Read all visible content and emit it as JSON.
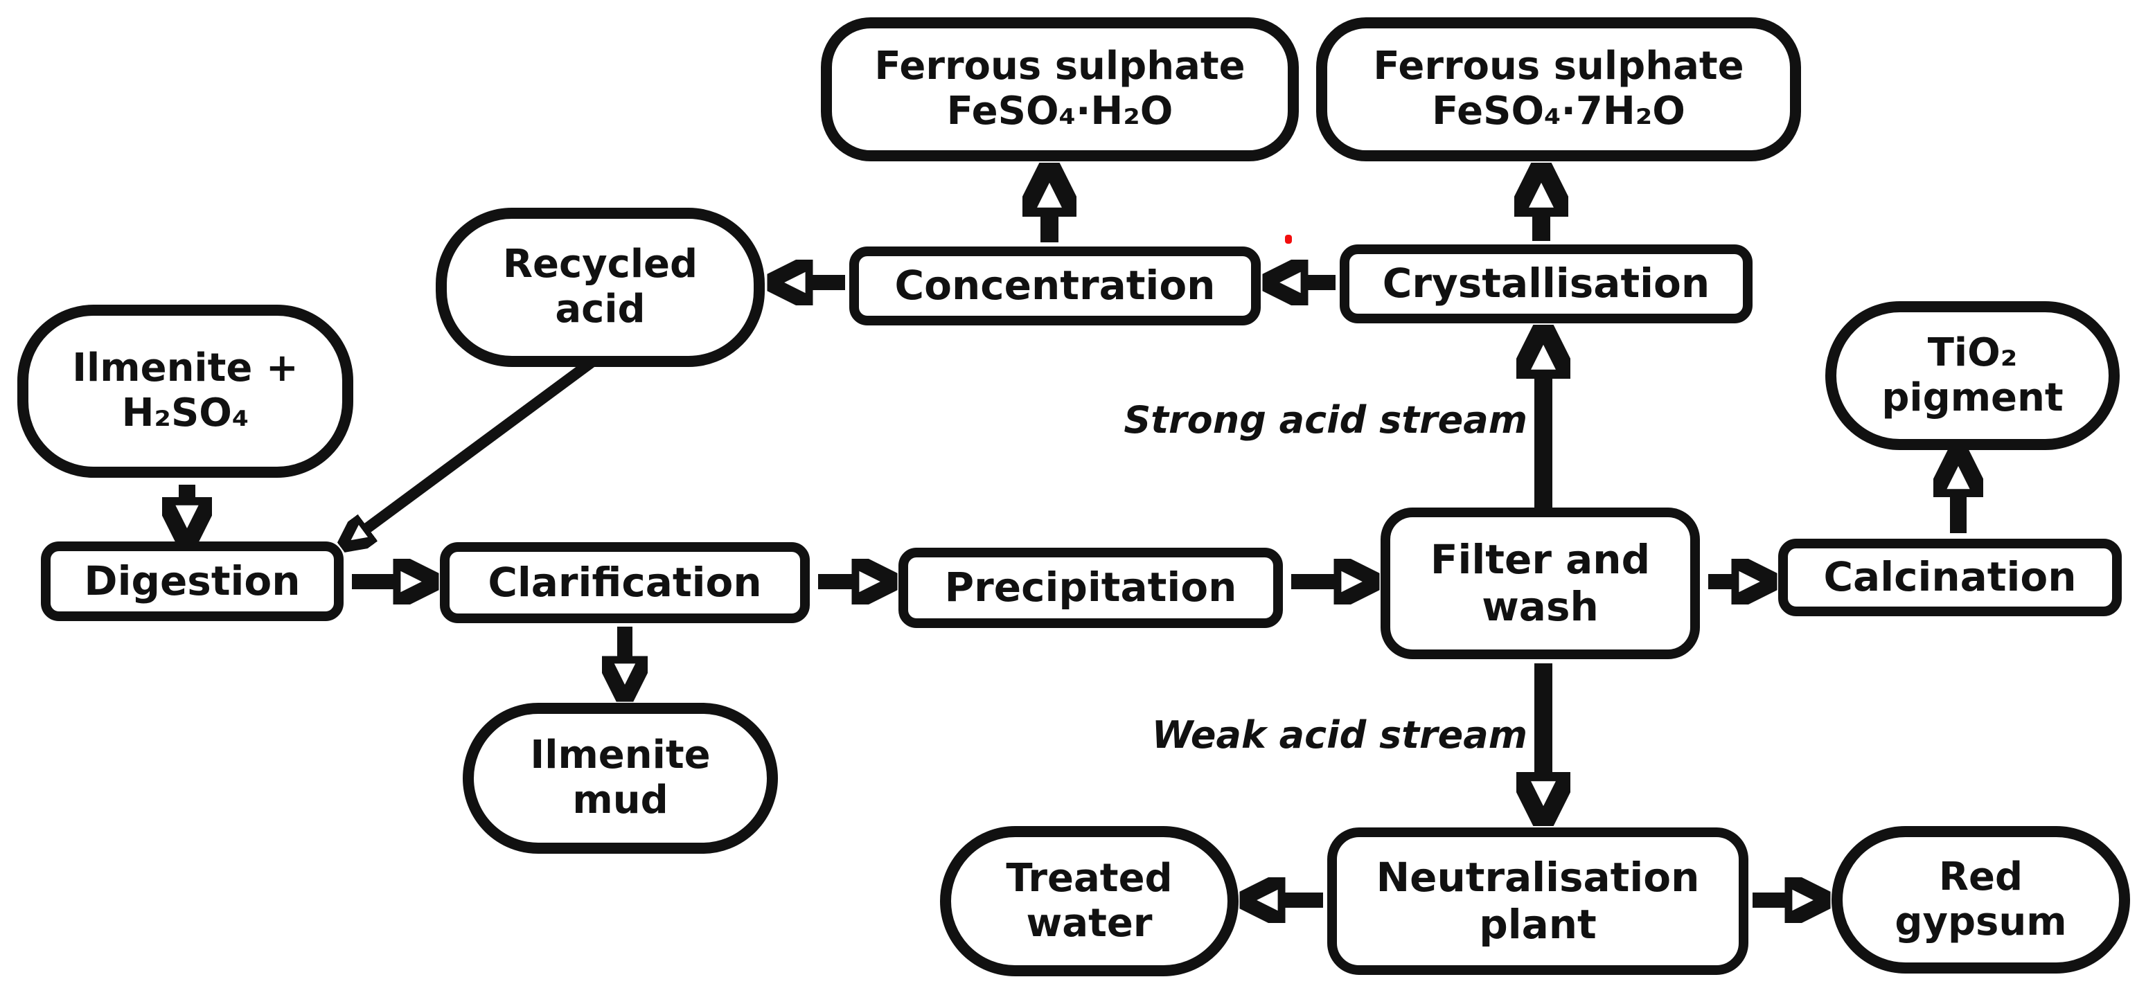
{
  "diagram": {
    "description": "Sulphate process flow diagram for TiO2 pigment production",
    "colors": {
      "stroke": "#111111",
      "background": "#ffffff",
      "artifact_dot": "#f20d0d"
    },
    "nodes": {
      "ferrous_h2o": {
        "type": "terminator",
        "label": "Ferrous sulphate\nFeSO₄·H₂O"
      },
      "ferrous_7h2o": {
        "type": "terminator",
        "label": "Ferrous sulphate\nFeSO₄·7H₂O"
      },
      "recycled_acid": {
        "type": "terminator",
        "label": "Recycled\nacid"
      },
      "concentration": {
        "type": "process",
        "label": "Concentration"
      },
      "crystallisation": {
        "type": "process",
        "label": "Crystallisation"
      },
      "ilmenite_feed": {
        "type": "terminator",
        "label": "Ilmenite +\nH₂SO₄"
      },
      "tio2_pigment": {
        "type": "terminator",
        "label": "TiO₂\npigment"
      },
      "digestion": {
        "type": "process",
        "label": "Digestion"
      },
      "clarification": {
        "type": "process",
        "label": "Clarification"
      },
      "precipitation": {
        "type": "process",
        "label": "Precipitation"
      },
      "filter_wash": {
        "type": "process",
        "label": "Filter and\nwash"
      },
      "calcination": {
        "type": "process",
        "label": "Calcination"
      },
      "ilmenite_mud": {
        "type": "terminator",
        "label": "Ilmenite\nmud"
      },
      "treated_water": {
        "type": "terminator",
        "label": "Treated\nwater"
      },
      "neutralisation_plant": {
        "type": "process",
        "label": "Neutralisation\nplant"
      },
      "red_gypsum": {
        "type": "terminator",
        "label": "Red\ngypsum"
      }
    },
    "edges": [
      {
        "from": "ilmenite_feed",
        "to": "digestion",
        "label": ""
      },
      {
        "from": "digestion",
        "to": "clarification",
        "label": ""
      },
      {
        "from": "clarification",
        "to": "precipitation",
        "label": ""
      },
      {
        "from": "precipitation",
        "to": "filter_wash",
        "label": ""
      },
      {
        "from": "filter_wash",
        "to": "calcination",
        "label": ""
      },
      {
        "from": "calcination",
        "to": "tio2_pigment",
        "label": ""
      },
      {
        "from": "filter_wash",
        "to": "crystallisation",
        "label": "Strong acid stream"
      },
      {
        "from": "crystallisation",
        "to": "concentration",
        "label": ""
      },
      {
        "from": "concentration",
        "to": "recycled_acid",
        "label": ""
      },
      {
        "from": "recycled_acid",
        "to": "digestion",
        "label": ""
      },
      {
        "from": "crystallisation",
        "to": "ferrous_7h2o",
        "label": ""
      },
      {
        "from": "concentration",
        "to": "ferrous_h2o",
        "label": ""
      },
      {
        "from": "clarification",
        "to": "ilmenite_mud",
        "label": ""
      },
      {
        "from": "filter_wash",
        "to": "neutralisation_plant",
        "label": "Weak acid stream"
      },
      {
        "from": "neutralisation_plant",
        "to": "treated_water",
        "label": ""
      },
      {
        "from": "neutralisation_plant",
        "to": "red_gypsum",
        "label": ""
      }
    ]
  }
}
